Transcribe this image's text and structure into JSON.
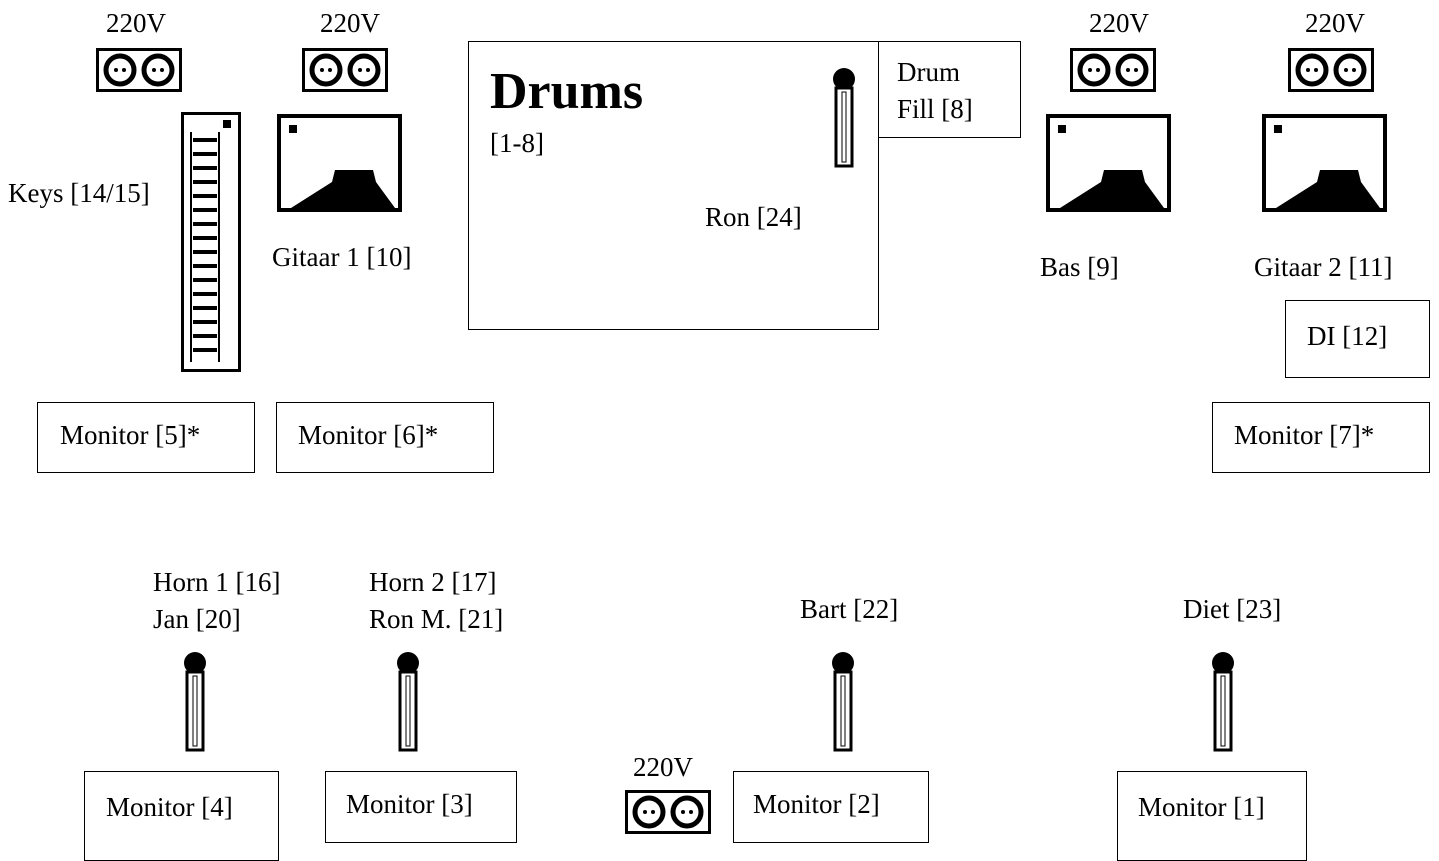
{
  "power": {
    "label_keys": "220V",
    "label_gitaar1": "220V",
    "label_bas": "220V",
    "label_gitaar2": "220V",
    "label_front": "220V"
  },
  "drums": {
    "title": "Drums",
    "channels": "[1-8]",
    "mic_label": "Ron [24]",
    "fill_line1": "Drum",
    "fill_line2": "Fill [8]"
  },
  "instruments": {
    "keys": "Keys [14/15]",
    "gitaar1": "Gitaar 1 [10]",
    "bas": "Bas [9]",
    "gitaar2": "Gitaar 2 [11]",
    "di": "DI [12]"
  },
  "back_monitors": {
    "m5": "Monitor [5]*",
    "m6": "Monitor [6]*",
    "m7": "Monitor [7]*"
  },
  "vocals": {
    "horn1_line1": "Horn 1 [16]",
    "horn1_line2": "Jan [20]",
    "horn2_line1": "Horn 2 [17]",
    "horn2_line2": "Ron M. [21]",
    "bart": "Bart [22]",
    "diet": "Diet [23]"
  },
  "front_monitors": {
    "m4": "Monitor [4]",
    "m3": "Monitor [3]",
    "m2": "Monitor [2]",
    "m1": "Monitor [1]"
  },
  "icons": [
    "power-outlet-icon",
    "amplifier-icon",
    "microphone-icon",
    "keyboard-icon"
  ]
}
